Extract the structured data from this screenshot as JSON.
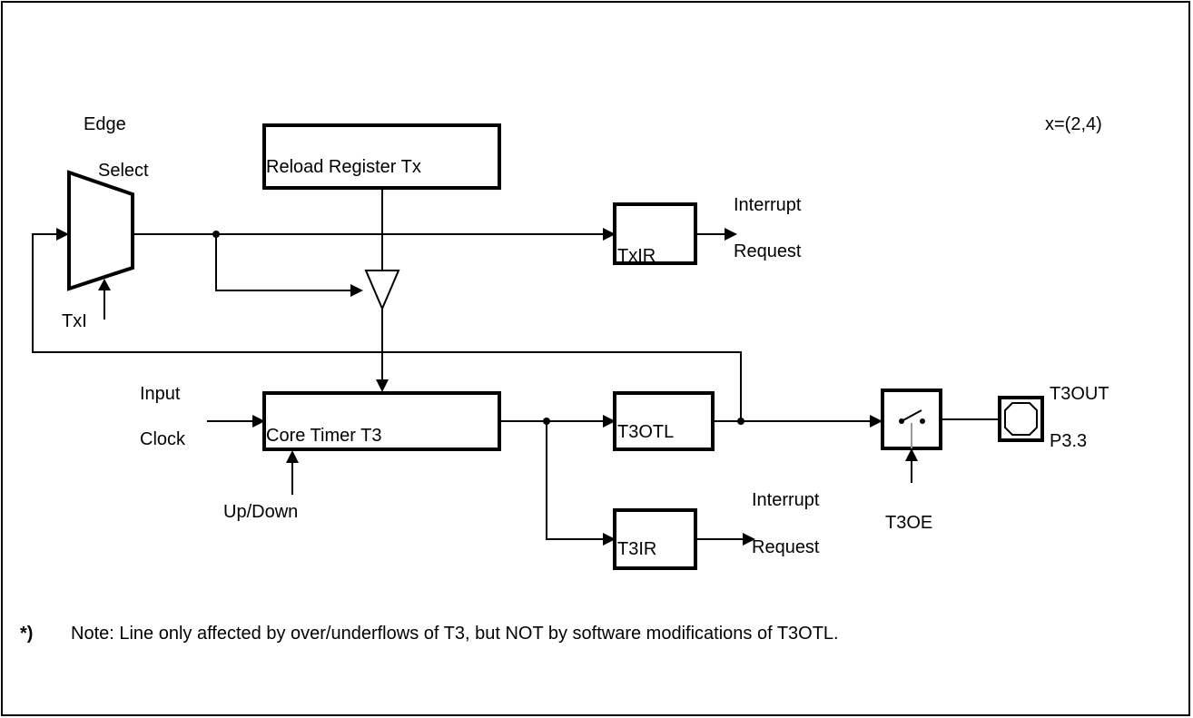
{
  "labels": {
    "edge": "Edge",
    "select": "Select",
    "txi": "TxI",
    "reload_register": "Reload Register Tx",
    "txir": "TxIR",
    "interrupt_1": "Interrupt",
    "request_1": "Request",
    "x_param": "x=(2,4)",
    "input": "Input",
    "clock": "Clock",
    "core_timer": "Core Timer  T3",
    "up_down": "Up/Down",
    "t3otl": "T3OTL",
    "t3ir": "T3IR",
    "interrupt_2": "Interrupt",
    "request_2": "Request",
    "t3oe": "T3OE",
    "t3out": "T3OUT",
    "p33": "P3.3"
  },
  "note": {
    "marker": "*)",
    "text": "Note: Line only affected by over/underflows of T3, but NOT by software modifications of T3OTL."
  }
}
